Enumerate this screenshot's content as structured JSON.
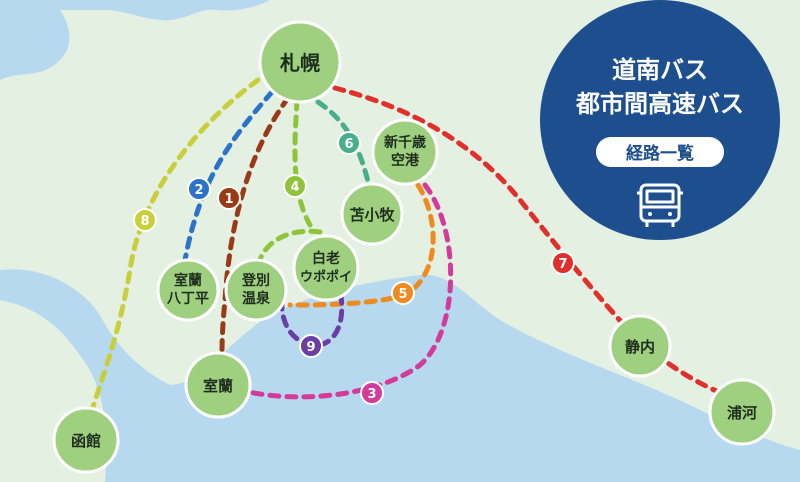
{
  "title": {
    "line1": "道南バス",
    "line2": "都市間高速バス",
    "subtitle": "経路一覧",
    "icon": "bus-icon"
  },
  "stations": {
    "sapporo": "札幌",
    "shinchitose": [
      "新千歳",
      "空港"
    ],
    "tomakomai": "苫小牧",
    "shiraoi": [
      "白老",
      "ウポポイ"
    ],
    "noboribetsu": [
      "登別",
      "温泉"
    ],
    "muroran_hacchodaira": [
      "室蘭",
      "八丁平"
    ],
    "muroran": "室蘭",
    "hakodate": "函館",
    "shizunai": "静内",
    "urakawa": "浦河"
  },
  "routes": [
    {
      "number": "1",
      "color": "#9a3b17"
    },
    {
      "number": "2",
      "color": "#2a73c9"
    },
    {
      "number": "3",
      "color": "#d43a9a"
    },
    {
      "number": "4",
      "color": "#8fc43a"
    },
    {
      "number": "5",
      "color": "#ef8a1f"
    },
    {
      "number": "6",
      "color": "#47b08a"
    },
    {
      "number": "7",
      "color": "#e0302b"
    },
    {
      "number": "8",
      "color": "#c9cf3a"
    },
    {
      "number": "9",
      "color": "#6a3fa5"
    }
  ],
  "colors": {
    "land": "#e4f0e2",
    "sea": "#b7d9ef",
    "station_fill": "#9fd07f",
    "title_bg": "#1d4f8f"
  }
}
